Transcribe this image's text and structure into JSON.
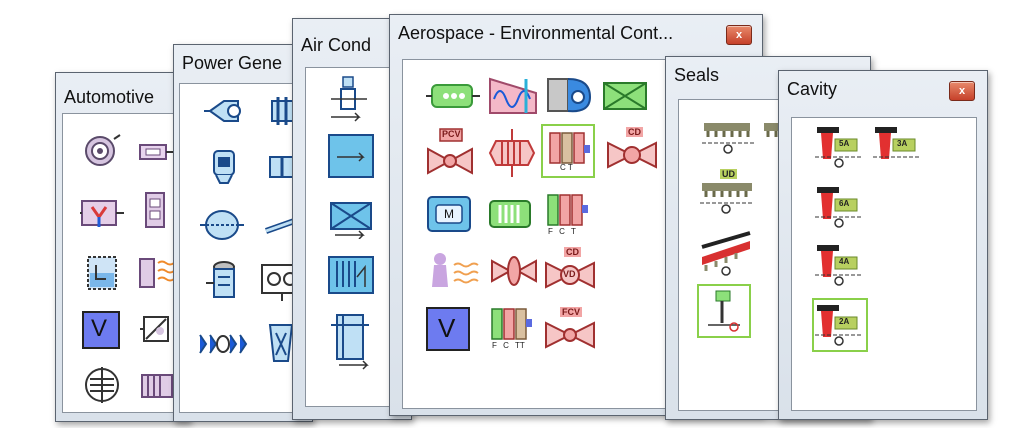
{
  "windows": {
    "automotive": {
      "title": "Automotive"
    },
    "power": {
      "title": "Power Gene"
    },
    "air": {
      "title": "Air Cond"
    },
    "aerospace": {
      "title": "Aerospace - Environmental Cont..."
    },
    "seals": {
      "title": "Seals"
    },
    "cavity": {
      "title": "Cavity"
    }
  },
  "close_glyph": "x",
  "labels": {
    "pcv": "PCV",
    "cd": "CD",
    "ct": "C T",
    "fct": "F C T",
    "fctt": "F C TT",
    "fcv": "FCV",
    "vd": "VD",
    "m": "M",
    "v": "V",
    "ud": "UD",
    "a5": "5A",
    "a3": "3A",
    "a6": "6A",
    "a4": "4A",
    "a2": "2A"
  },
  "colors": {
    "window_bg": "#e3e9f0",
    "close_btn": "#d2573b",
    "selection": "#8ad04a",
    "valve_pink": "#f2a5a5",
    "exchanger_green": "#8de07a",
    "blue_block": "#7d8df0",
    "cavity_red": "#e23030"
  },
  "icons": [
    "fan-icon",
    "connector-icon",
    "valve-block-icon",
    "sensor-icon",
    "tank-icon",
    "heater-icon",
    "v-block-icon",
    "gearbox-icon",
    "spring-icon",
    "pump-icon",
    "turbine-icon",
    "compressor-icon",
    "cyclone-icon",
    "separator-icon",
    "gauge-icon",
    "pipe-icon",
    "bellows-icon",
    "duct-icon",
    "box-icon",
    "damper-icon",
    "cooler-icon",
    "pipe-bend-icon",
    "ejector-icon",
    "wave-icon",
    "turbocharger-icon",
    "heat-exchanger-icon",
    "pressure-valve-icon",
    "flow-valve-icon",
    "motor-icon",
    "radiator-icon",
    "person-icon",
    "labyrinth-seal-icon",
    "cavity-icon"
  ]
}
